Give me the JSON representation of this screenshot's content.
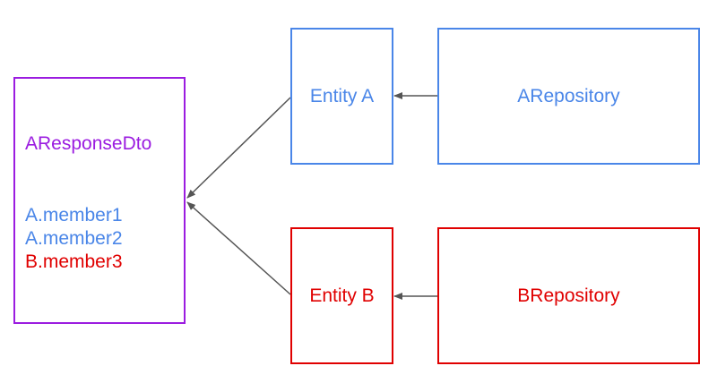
{
  "dto": {
    "title": "AResponseDto",
    "members": [
      "A.member1",
      "A.member2",
      "B.member3"
    ]
  },
  "entity_a": {
    "label": "Entity A"
  },
  "entity_b": {
    "label": "Entity B"
  },
  "repository_a": {
    "label": "ARepository"
  },
  "repository_b": {
    "label": "BRepository"
  },
  "colors": {
    "blue": "#4a86e8",
    "red": "#e00000",
    "purple": "#9b1ce0",
    "arrow": "#555555"
  }
}
